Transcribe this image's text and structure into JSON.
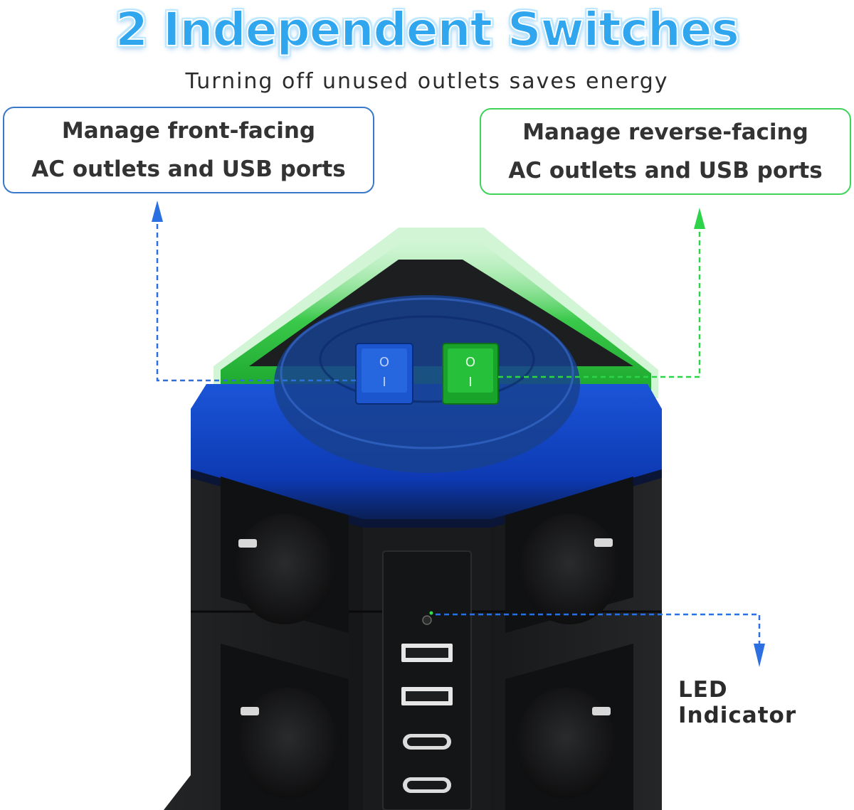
{
  "header": {
    "title": "2 Independent Switches",
    "subtitle": "Turning off unused outlets saves energy"
  },
  "callouts": {
    "front": {
      "line1": "Manage front-facing",
      "line2": "AC outlets and USB ports",
      "color": "#3a78c9"
    },
    "reverse": {
      "line1": "Manage reverse-facing",
      "line2": "AC outlets and USB ports",
      "color": "#3fd35a"
    }
  },
  "indicator": {
    "label": "LED Indicator"
  },
  "switches": {
    "front_symbols": [
      "O",
      "I"
    ],
    "reverse_symbols": [
      "O",
      "I"
    ]
  },
  "colors": {
    "title_blue": "#2fa6ee",
    "front_blue": "#1147c9",
    "reverse_green": "#1fb02c",
    "body_black": "#161718"
  }
}
